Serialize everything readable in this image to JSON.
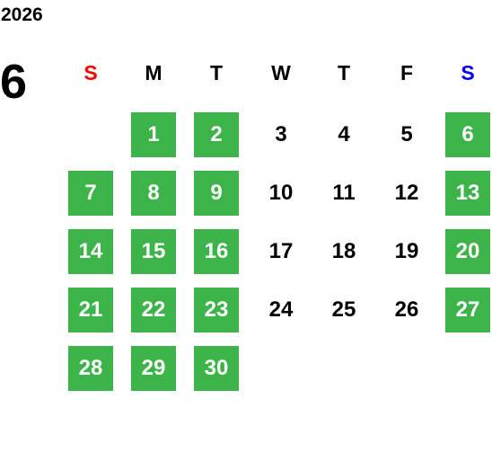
{
  "year": "2026",
  "month": "6",
  "colors": {
    "highlight": "#3cb44a",
    "sunday": "#ff0000",
    "saturday": "#0000ff",
    "text": "#000000"
  },
  "weekdays": [
    {
      "label": "S",
      "color": "#ff0000"
    },
    {
      "label": "M",
      "color": "#000000"
    },
    {
      "label": "T",
      "color": "#000000"
    },
    {
      "label": "W",
      "color": "#000000"
    },
    {
      "label": "T",
      "color": "#000000"
    },
    {
      "label": "F",
      "color": "#000000"
    },
    {
      "label": "S",
      "color": "#0000ff"
    }
  ],
  "days": [
    {
      "day": "1",
      "highlighted": true
    },
    {
      "day": "2",
      "highlighted": true
    },
    {
      "day": "3",
      "highlighted": false
    },
    {
      "day": "4",
      "highlighted": false
    },
    {
      "day": "5",
      "highlighted": false
    },
    {
      "day": "6",
      "highlighted": true
    },
    {
      "day": "7",
      "highlighted": true
    },
    {
      "day": "8",
      "highlighted": true
    },
    {
      "day": "9",
      "highlighted": true
    },
    {
      "day": "10",
      "highlighted": false
    },
    {
      "day": "11",
      "highlighted": false
    },
    {
      "day": "12",
      "highlighted": false
    },
    {
      "day": "13",
      "highlighted": true
    },
    {
      "day": "14",
      "highlighted": true
    },
    {
      "day": "15",
      "highlighted": true
    },
    {
      "day": "16",
      "highlighted": true
    },
    {
      "day": "17",
      "highlighted": false
    },
    {
      "day": "18",
      "highlighted": false
    },
    {
      "day": "19",
      "highlighted": false
    },
    {
      "day": "20",
      "highlighted": true
    },
    {
      "day": "21",
      "highlighted": true
    },
    {
      "day": "22",
      "highlighted": true
    },
    {
      "day": "23",
      "highlighted": true
    },
    {
      "day": "24",
      "highlighted": false
    },
    {
      "day": "25",
      "highlighted": false
    },
    {
      "day": "26",
      "highlighted": false
    },
    {
      "day": "27",
      "highlighted": true
    },
    {
      "day": "28",
      "highlighted": true
    },
    {
      "day": "29",
      "highlighted": true
    },
    {
      "day": "30",
      "highlighted": true
    }
  ]
}
